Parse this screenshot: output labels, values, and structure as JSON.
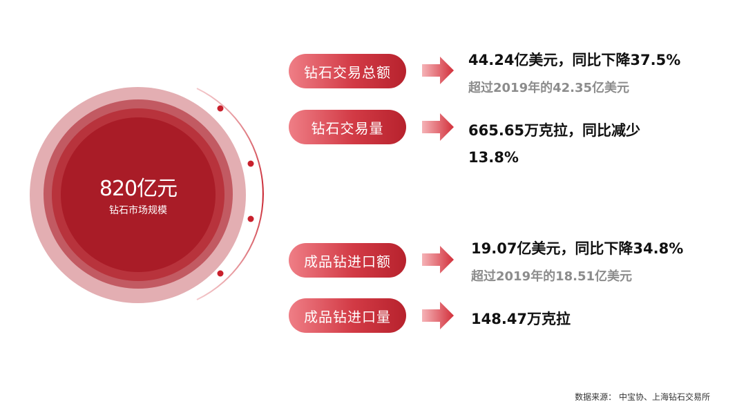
{
  "center": {
    "title": "820亿元",
    "subtitle": "钻石市场规模"
  },
  "items": [
    {
      "label": "钻石交易总额",
      "main": "44.24亿美元，同比下降37.5%",
      "sub": "超过2019年的42.35亿美元"
    },
    {
      "label": "钻石交易量",
      "main": "665.65万克拉，同比减少",
      "main2": "13.8%"
    },
    {
      "label": "成品钻进口额",
      "main": "19.07亿美元，同比下降34.8%",
      "sub": "超过2019年的18.51亿美元"
    },
    {
      "label": "成品钻进口量",
      "main": "148.47万克拉"
    }
  ],
  "source": "数据来源：  中宝协、上海钻石交易所",
  "colors": {
    "accent": "#c8202c",
    "pill_light": "#ef7e86",
    "pill_dark": "#b7222d",
    "sub_text": "#8c8c8c"
  }
}
